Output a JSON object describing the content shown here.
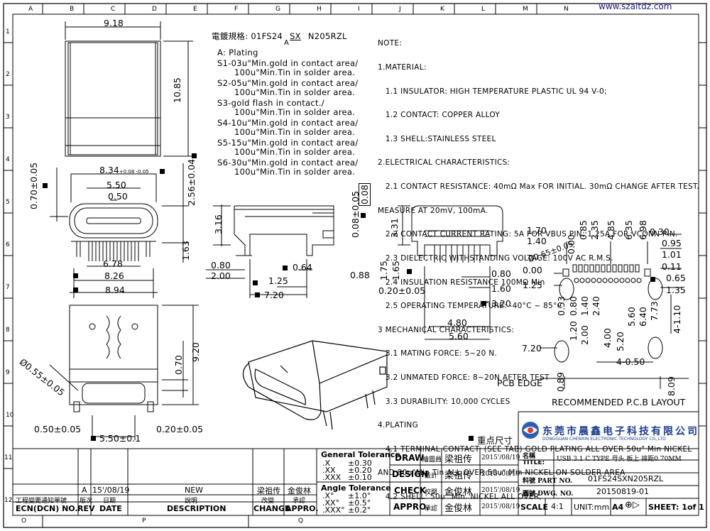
{
  "site_url": "www.szaitdz.com",
  "grid_letters": [
    "A",
    "B",
    "C",
    "D",
    "E",
    "F",
    "G",
    "H",
    "I",
    "J",
    "K",
    "L",
    "M",
    "N",
    "O",
    "P",
    "Q"
  ],
  "grid_numbers": [
    "1",
    "2",
    "3",
    "4",
    "5",
    "6",
    "7",
    "8",
    "9",
    "10",
    "11",
    "12"
  ],
  "plating": {
    "header": "電鍍規格: 01FS24",
    "code_sx": "SX",
    "code_a": "A",
    "code_suffix": "N205RZL",
    "subtitle": "A: Plating",
    "options": [
      [
        "S1-03u\"Min.gold in contact area/",
        "100u\"Min.Tin in solder area."
      ],
      [
        "S2-05u\"Min.gold in contact area/",
        "100u\"Min.Tin in solder area."
      ],
      [
        "S3-gold flash in contact./",
        "100u\"Min.Tin in solder area."
      ],
      [
        "S4-10u\"Min.gold in contact area/",
        "100u\"Min.Tin in solder area."
      ],
      [
        "S5-15u\"Min.gold in contact area/",
        "100u\"Min.Tin in solder area."
      ],
      [
        "S6-30u\"Min.gold in contact area/",
        "100u\"Min.Tin in solder area."
      ]
    ]
  },
  "notes": [
    "NOTE:",
    "1.MATERIAL:",
    "   1.1 INSULATOR: HIGH TEMPERATURE PLASTIC UL 94 V-0;",
    "   1.2 CONTACT: COPPER ALLOY",
    "   1.3 SHELL:STAINLESS STEEL",
    "2.ELECTRICAL CHARACTERISTICS:",
    "   2.1 CONTACT RESISTANCE: 40mΩ Max FOR INITIAL. 30mΩ CHANGE AFTER TEST.",
    "MEASURE AT 20mV, 100mA.",
    "   2.2 CONTACT CURRENT RATING: 5A FOR VBUS PIN; 1.25A FOR VCONN PIN.",
    "   2.3 DIELECTRIC WITHSTANDING VOLTAGE: 100V AC R.M.S.",
    "   2.4 INSULATION RESISTANCE 100MΩ Min",
    "   2.5 OPERATING TEMPERATURE: -40°C ~ 85°C",
    "3 MECHANICAL CHARACTERISTICS:",
    "   3.1 MATING FORCE: 5~20 N.",
    "   3.2 UNMATED FORCE: 8~20N AFTER TEST",
    "   3.3 DURABILITY: 10,000 CYCLES",
    "4.PLATING",
    "   4.1 TERMINAL CONTACT: (SEE TAB) GOLD PLATING ALL OVER 50u\" Min NICKEL",
    "AND 80u\"Min Tin ALL OVER 50u\" Min NICKEL ON SOLDER AREA",
    "   4.2 SHELL: 50u\" Min. NICKEL ALL OVER,"
  ],
  "dims": {
    "top_width": "9.18",
    "top_height": "10.85",
    "front_w1": "8.34",
    "front_w1_tol": "+0.08 -0.05",
    "front_w2": "5.50",
    "front_w3": "0.50",
    "front_l1": "0.70±0.05",
    "front_r1": "2.56±0.04",
    "front_r2": "1.63",
    "front_b1": "6.78",
    "front_b2": "8.26",
    "front_b3": "8.94",
    "side_316": "3.16",
    "side_008": "0.08±0.05",
    "side_008b": "0.08",
    "side_080": "0.80",
    "side_200": "2.00",
    "side_064": "0.64",
    "side_088": "0.88",
    "side_125": "1.25",
    "side_720": "7.20",
    "end_331": "3.31",
    "end_175": "1.75",
    "end_165": "1.65",
    "end_020": "0.20±0.05",
    "end_080": "0.80",
    "end_160": "1.60",
    "end_320": "3.20",
    "end_480": "4.80",
    "end_560": "5.60",
    "bot_055": "Ø0.55±0.05",
    "bot_920": "9.20",
    "bot_070": "0.70",
    "bot_050": "0.50±0.05",
    "bot_020": "0.20±0.05",
    "bot_550": "5.50±0.1",
    "pcb_top": [
      "0.00",
      "0.85",
      "2.35",
      "4.85",
      "6.35",
      "6.98"
    ],
    "pcb_left": [
      "1.70",
      "1.40",
      "Ø0.65±0.05",
      "0.00",
      "1.25"
    ],
    "pcb_right": [
      "0.30",
      "0.95",
      "1.01",
      "0.11",
      "0.65",
      "1.35"
    ],
    "pcb_bottom": [
      "0.53",
      "0.80",
      "1.20",
      "1.40",
      "2.00",
      "2.40",
      "4.00",
      "5.20",
      "5.60",
      "6.40",
      "7.73"
    ],
    "pcb_110": "4-1.10",
    "pcb_050": "4-0.50",
    "pcb_720": "7.20",
    "pcb_089": "0.89",
    "pcb_809": "8.09",
    "pcb_edge": "PCB EDGE",
    "pcb_caption": "RECOMMENDED P.C.B LAYOUT",
    "key_dim": "重点尺寸"
  },
  "title_block": {
    "company_cn": "东莞市晨鑫电子科技有限公司",
    "company_en": "DONGGUAN CHENXIN ELECTRONIC TECHNOLOGY CO.,LTD",
    "general_tolerance": "General Tolerance",
    "tol_rows": [
      [
        ".X",
        "±0.30"
      ],
      [
        ".XX",
        "±0.20"
      ],
      [
        ".XXX",
        "±0.10"
      ]
    ],
    "angle_tolerance": "Angle Tolerance",
    "angle_rows": [
      [
        ".X°",
        "±1.0°"
      ],
      [
        ".XX°",
        "±0.5°"
      ],
      [
        ".XXX°",
        "±0.2°"
      ]
    ],
    "draw": "DRAW",
    "draw_cn": "繪圖員",
    "draw_name": "梁祖传",
    "draw_date": "2015'/08/19",
    "design": "DESIGN",
    "design_cn": "設計",
    "design_name": "梁祖传",
    "design_date": "2015'/08/19",
    "check": "CHECK",
    "check_cn": "校閱",
    "check_name": "金俊林",
    "check_date": "2015'/08/19",
    "appro": "APPRO.",
    "appro_cn": "承認",
    "appro_name": "金俊林",
    "appro_date": "2015'/08/19",
    "title_cn": "名稱",
    "title_label": "TITLE:",
    "title_value": "USB 3.1 C TYPE 母头 板上 排距0.70MM",
    "part_cn": "料號",
    "part_label": "PART NO.",
    "part_value": "01FS24SXN205RZL",
    "dwg_cn": "圖號",
    "dwg_label": "DWG. NO.",
    "dwg_value": "20150819-01",
    "scale_label": "SCALE",
    "scale_value": "4:1",
    "unit": "UNIT:mm",
    "size": "A4",
    "sheet": "SHEET: 1of 1",
    "rev_row": [
      "A",
      "15'/08/19",
      "NEW",
      "梁祖传",
      "金俊林"
    ],
    "h_ecn_cn": "工程變更通知單號",
    "h_rev_cn": "版次",
    "h_date_cn": "日期",
    "h_desc_cn": "說明",
    "h_change_cn": "改變",
    "h_appro_cn": "承認",
    "h_ecn": "ECN(DCN) NO.",
    "h_rev": "REV",
    "h_date": "DATE",
    "h_desc": "DESCRIPTION",
    "h_change": "CHANGE",
    "h_appro": "APPRO."
  }
}
